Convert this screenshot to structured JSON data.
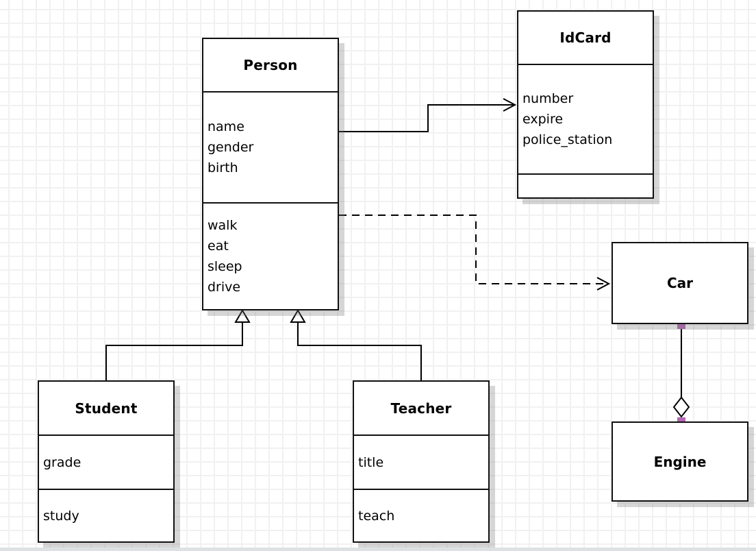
{
  "canvas": {
    "type": "uml-class-diagram"
  },
  "colors": {
    "box_fill": "#ffffff",
    "box_border": "#111111",
    "line": "#000000",
    "grid_line": "#f1f1f1",
    "background": "#ffffff",
    "shadow": "#d2d2d2",
    "endpoint_handle": "#b266b4"
  },
  "classes": {
    "person": {
      "title": "Person",
      "attributes": [
        "name",
        "gender",
        "birth"
      ],
      "methods": [
        "walk",
        "eat",
        "sleep",
        "drive"
      ]
    },
    "idcard": {
      "title": "IdCard",
      "attributes": [
        "number",
        "expire",
        "police_station"
      ],
      "methods": []
    },
    "car": {
      "title": "Car"
    },
    "engine": {
      "title": "Engine"
    },
    "student": {
      "title": "Student",
      "attributes": [
        "grade"
      ],
      "methods": [
        "study"
      ]
    },
    "teacher": {
      "title": "Teacher",
      "attributes": [
        "title"
      ],
      "methods": [
        "teach"
      ]
    }
  },
  "relationships": [
    {
      "from": "Person",
      "to": "IdCard",
      "type": "association",
      "line": "solid",
      "marker": "open-arrow"
    },
    {
      "from": "Person",
      "to": "Car",
      "type": "dependency",
      "line": "dashed",
      "marker": "open-arrow"
    },
    {
      "from": "Student",
      "to": "Person",
      "type": "generalization",
      "line": "solid",
      "marker": "hollow-triangle"
    },
    {
      "from": "Teacher",
      "to": "Person",
      "type": "generalization",
      "line": "solid",
      "marker": "hollow-triangle"
    },
    {
      "from": "Car",
      "to": "Engine",
      "type": "aggregation",
      "line": "solid",
      "marker": "hollow-diamond",
      "selected_endpoints": true
    }
  ]
}
